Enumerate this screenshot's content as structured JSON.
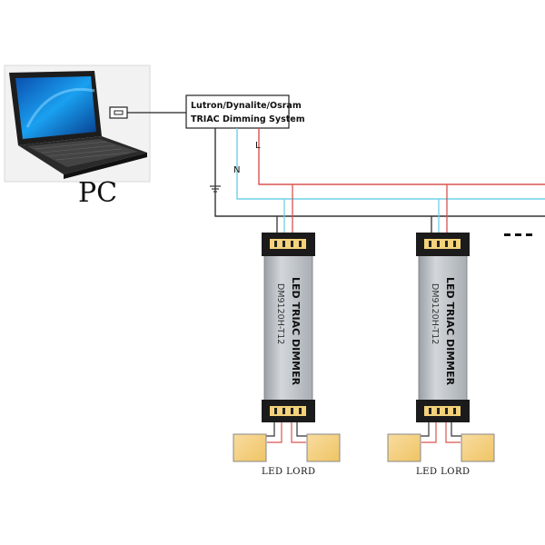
{
  "pc": {
    "label": "PC"
  },
  "control_system": {
    "line1": "Lutron/Dynalite/Osram",
    "line2": "TRIAC Dimming System"
  },
  "wire_labels": {
    "neutral": "N",
    "live": "L"
  },
  "dimmers": [
    {
      "title": "LED TRIAC DIMMER",
      "model": "DM9120H-T12",
      "load_label": "LED LORD"
    },
    {
      "title": "LED TRIAC DIMMER",
      "model": "DM9120H-T12",
      "load_label": "LED LORD"
    }
  ],
  "colors": {
    "live_wire": "#d9534f",
    "neutral_wire": "#6fd0e8",
    "ground_wire": "#333333",
    "dimmer_body": "#b9bec4",
    "connector": "#f3d27a",
    "led_panel": "#f5cf7e"
  }
}
